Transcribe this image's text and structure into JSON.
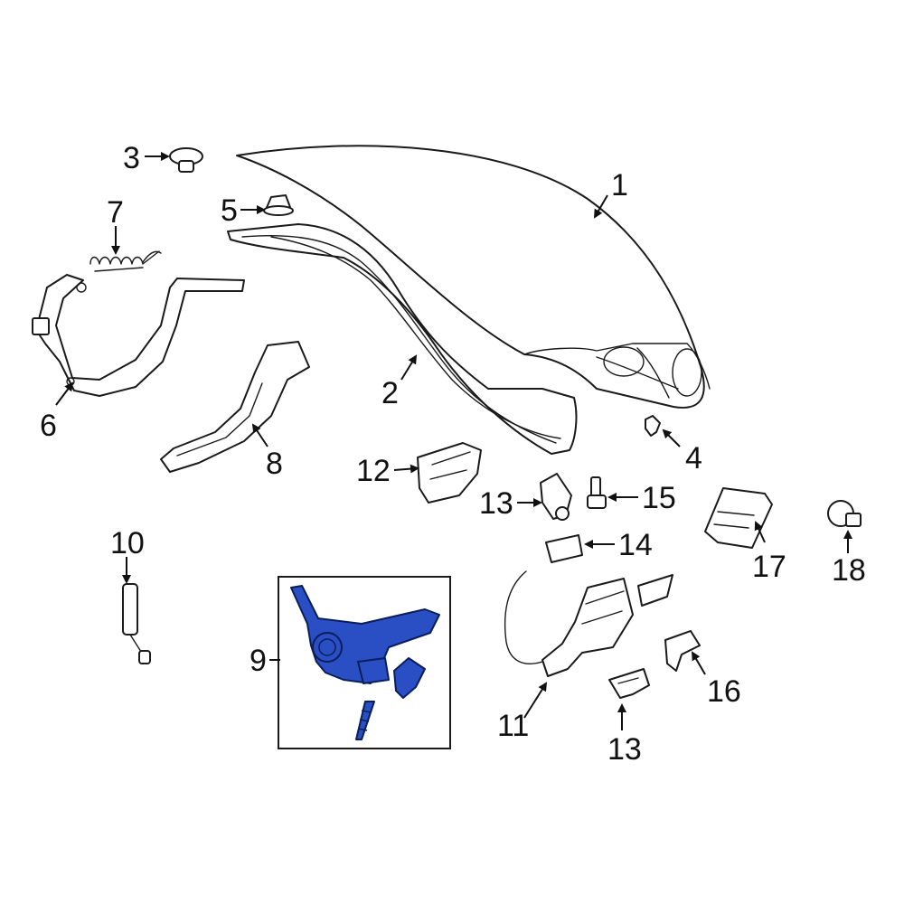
{
  "callouts": {
    "c1": "1",
    "c2": "2",
    "c3": "3",
    "c4": "4",
    "c5": "5",
    "c6": "6",
    "c7": "7",
    "c8": "8",
    "c9": "9",
    "c10": "10",
    "c11": "11",
    "c12": "12",
    "c13a": "13",
    "c13b": "13",
    "c14": "14",
    "c15": "15",
    "c16": "16",
    "c17": "17",
    "c18": "18"
  },
  "colors": {
    "highlight": "#2a4fc4",
    "line": "#1a1a1a",
    "background": "#ffffff"
  },
  "highlighted_part": "9"
}
